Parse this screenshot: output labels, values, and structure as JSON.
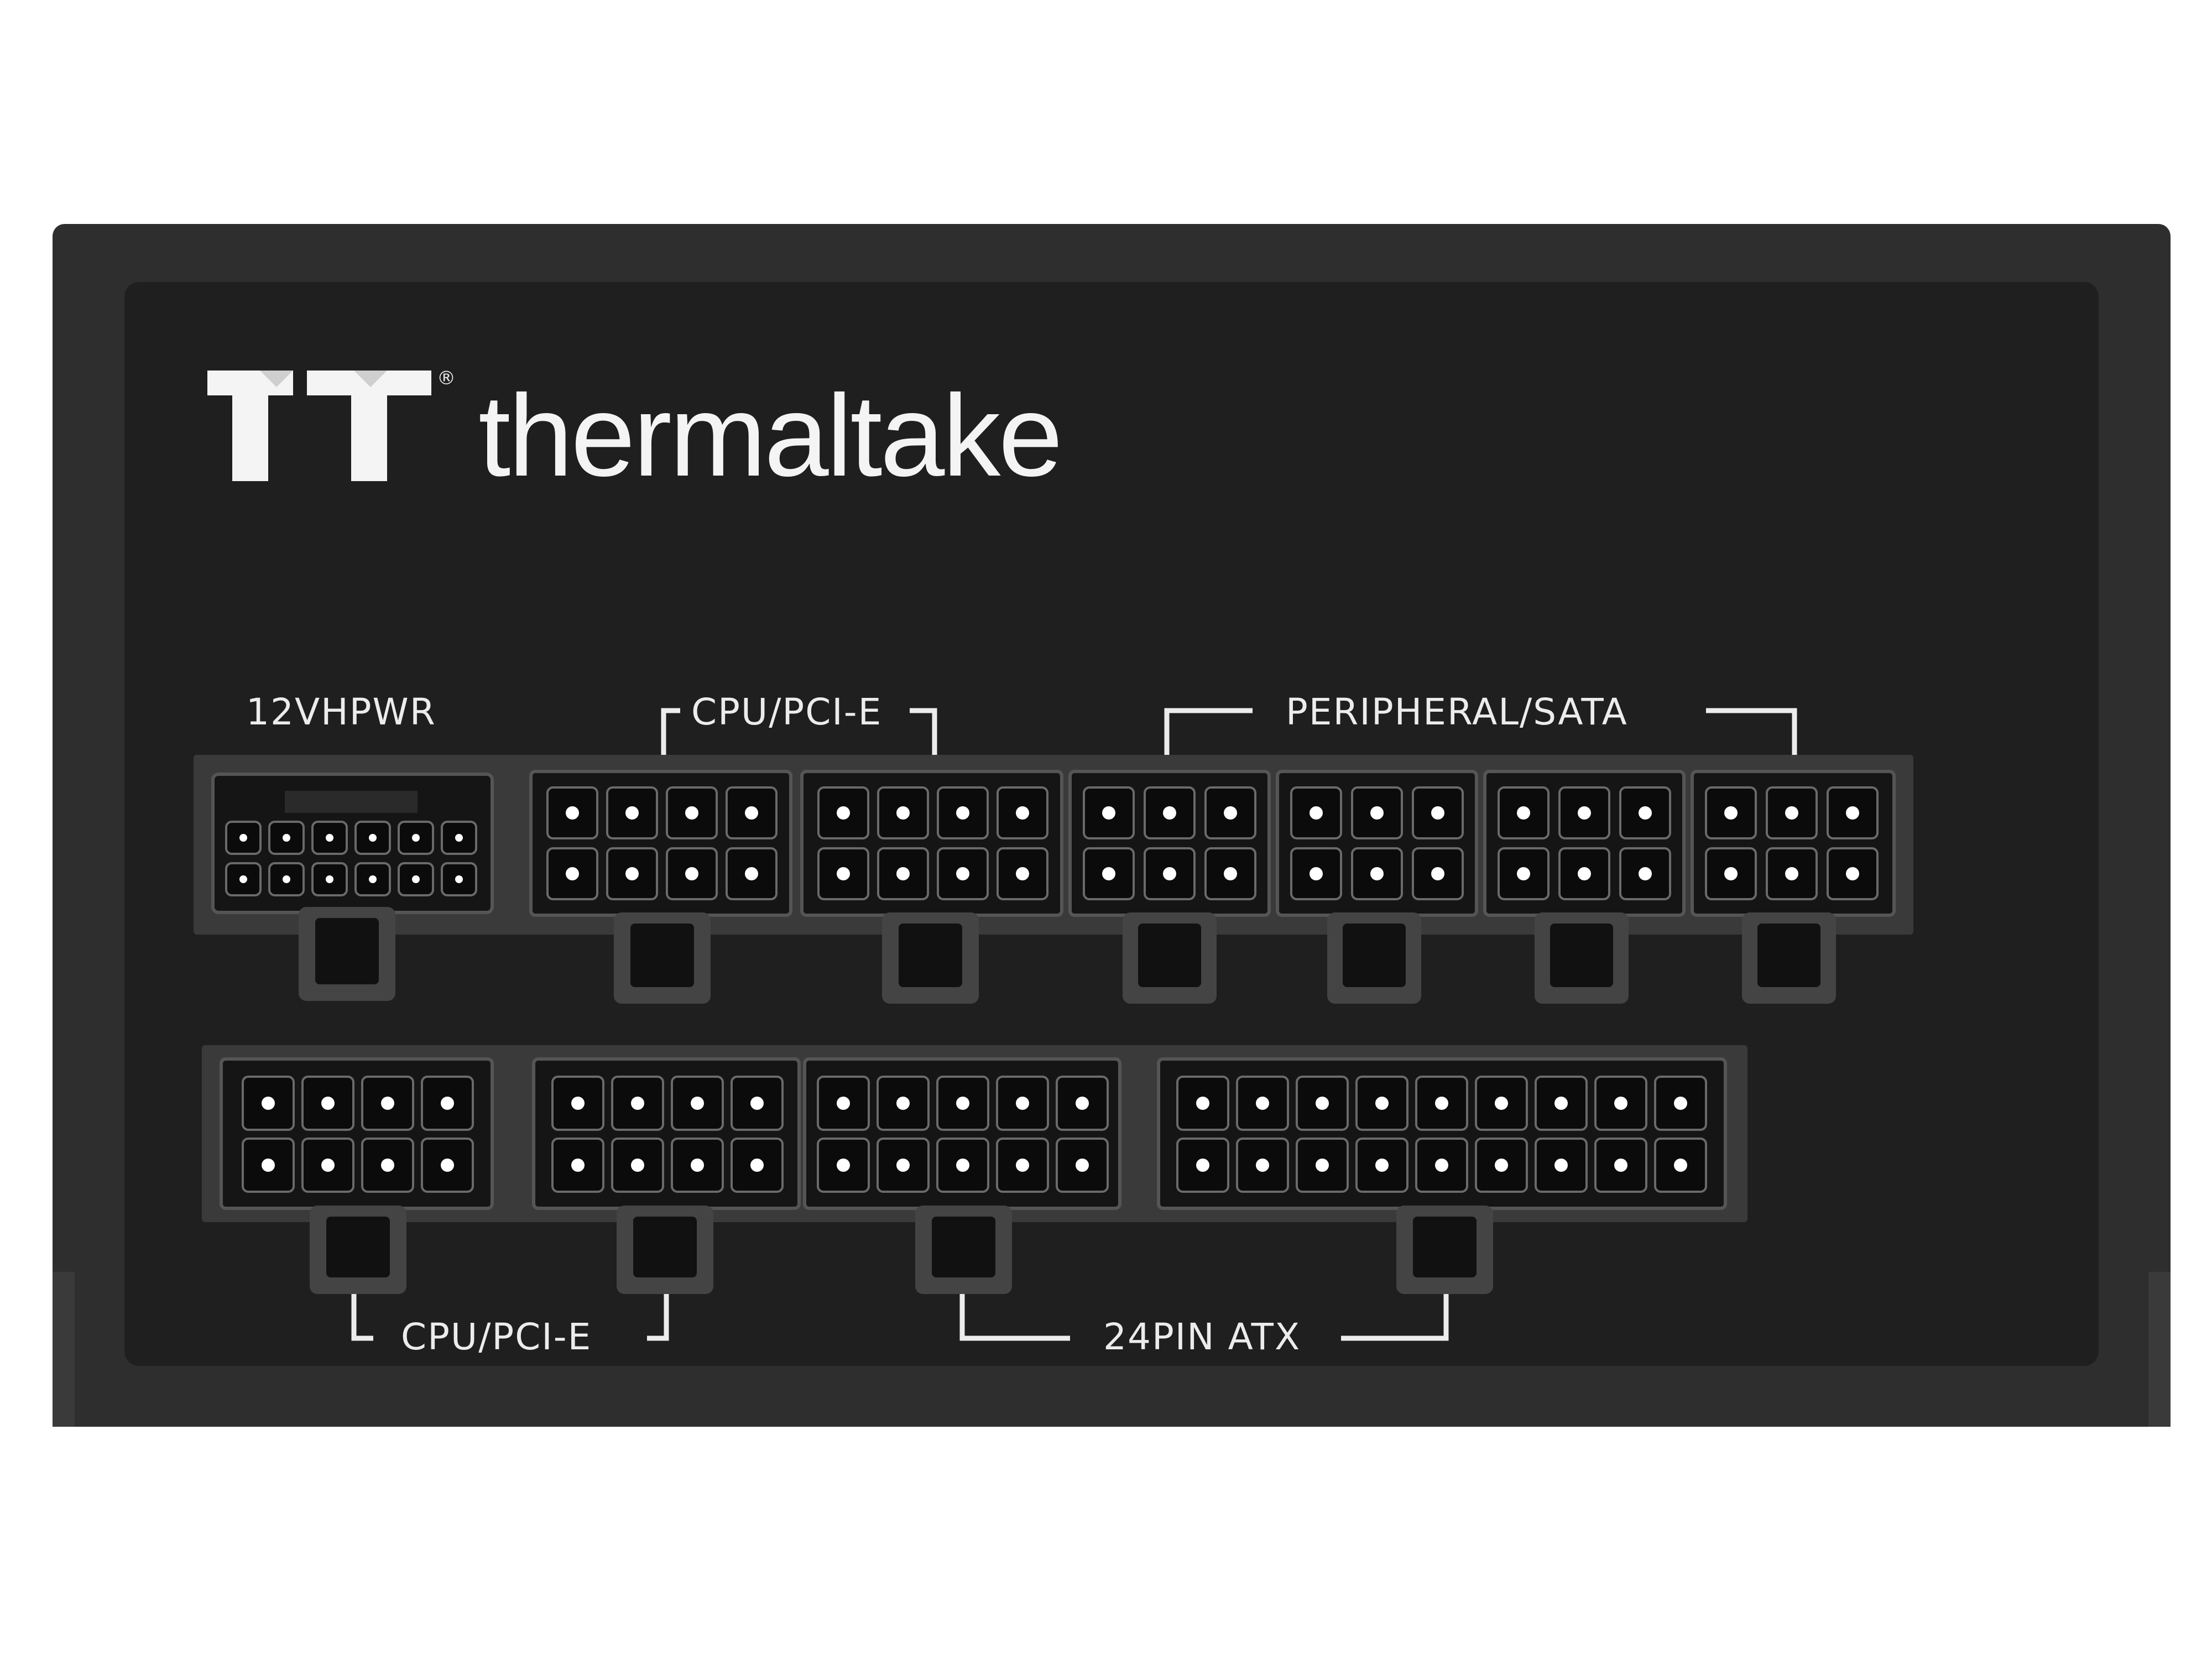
{
  "brand": {
    "logo_icon": "tt-logo-icon",
    "registered_mark": "®",
    "wordmark": "thermaltake"
  },
  "labels": {
    "vhpwr": "12VHPWR",
    "cpu_pcie_top": "CPU/PCI-E",
    "peripheral_sata": "PERIPHERAL/SATA",
    "cpu_pcie_bottom": "CPU/PCI-E",
    "atx24": "24PIN ATX"
  },
  "connectors": {
    "top_row": [
      {
        "name": "12vhpwr-port",
        "pins": 12
      },
      {
        "name": "cpu-pcie-port-1",
        "pins": 8
      },
      {
        "name": "cpu-pcie-port-2",
        "pins": 8
      },
      {
        "name": "peripheral-sata-port-1",
        "pins": 6
      },
      {
        "name": "peripheral-sata-port-2",
        "pins": 6
      },
      {
        "name": "peripheral-sata-port-3",
        "pins": 6
      },
      {
        "name": "peripheral-sata-port-4",
        "pins": 6
      }
    ],
    "bottom_row": [
      {
        "name": "cpu-pcie-port-3",
        "pins": 8
      },
      {
        "name": "atx-port-10pin",
        "pins": 8
      },
      {
        "name": "atx-port-12pin",
        "pins": 10
      },
      {
        "name": "atx-port-18pin",
        "pins": 18
      }
    ]
  },
  "colors": {
    "chassis": "#2d2d2d",
    "panel": "#1f1f1f",
    "socket": "#151515",
    "pin": "#ffffff",
    "label": "#ececec"
  }
}
